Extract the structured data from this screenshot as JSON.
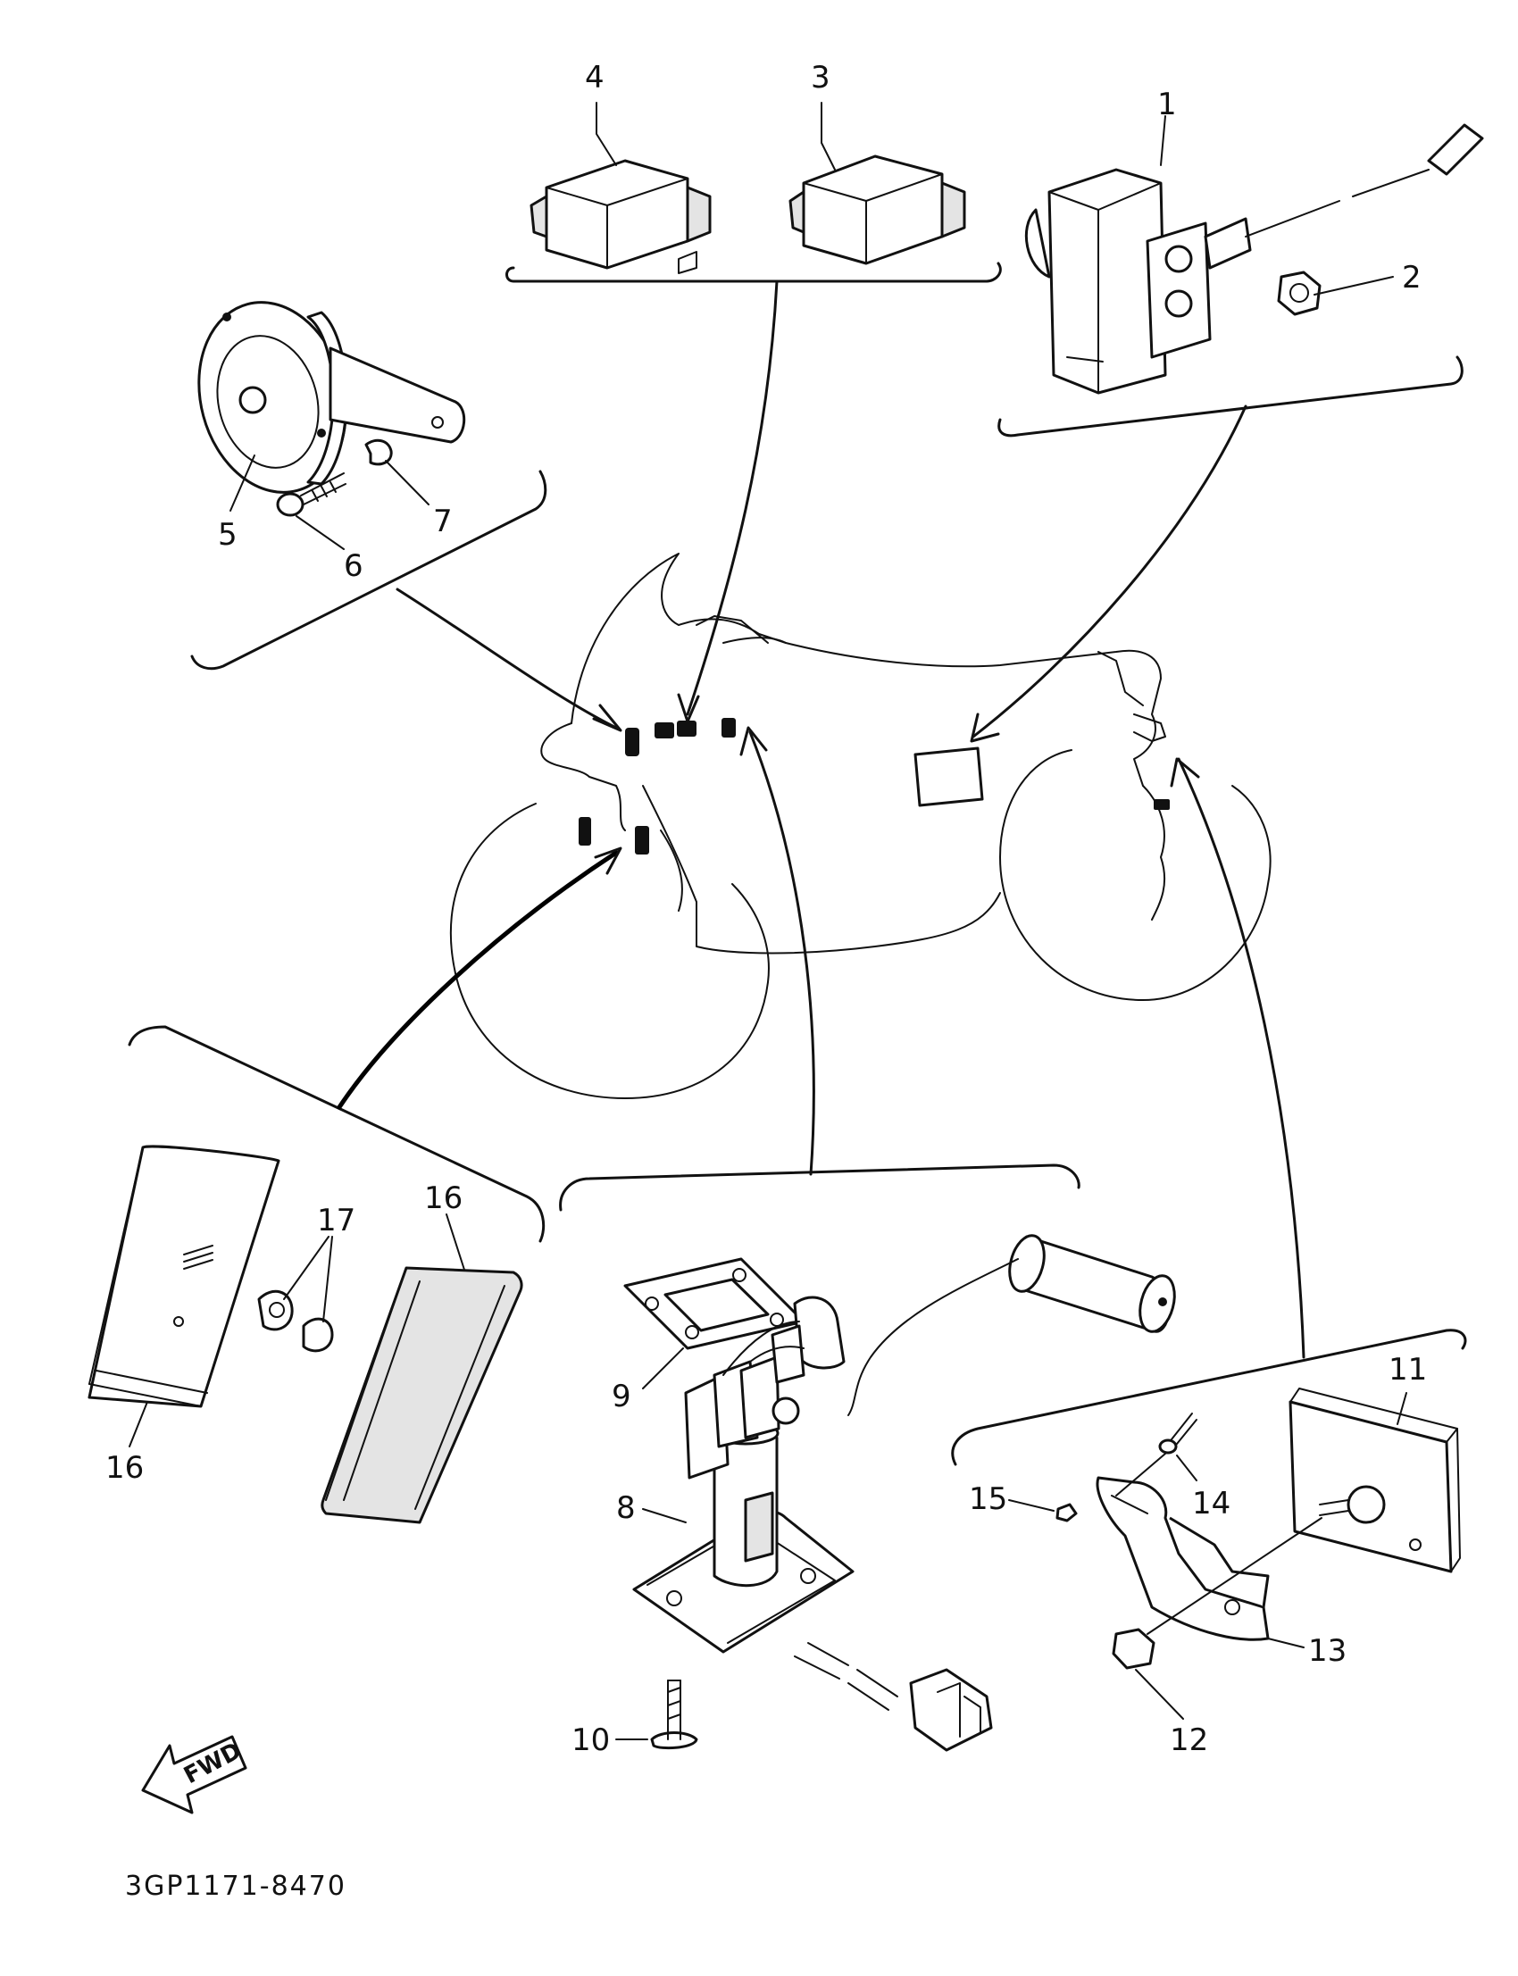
{
  "callouts": {
    "p1": "1",
    "p2": "2",
    "p3": "3",
    "p4": "4",
    "p5": "5",
    "p6": "6",
    "p7": "7",
    "p8": "8",
    "p9": "9",
    "p10": "10",
    "p11": "11",
    "p12": "12",
    "p13": "13",
    "p14": "14",
    "p15": "15",
    "p16a": "16",
    "p16b": "16",
    "p17": "17"
  },
  "fwd_label": "FWD",
  "diagram_code": "3GP1171-8470",
  "colors": {
    "ink": "#111111",
    "paper": "#ffffff",
    "shade": "#e4e4e4"
  }
}
